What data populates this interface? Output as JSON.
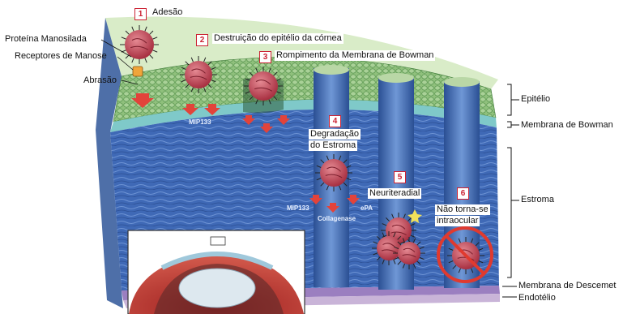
{
  "steps": [
    {
      "num": "1",
      "label": "Adesão"
    },
    {
      "num": "2",
      "label": "Destruição do epitélio da córnea"
    },
    {
      "num": "3",
      "label": "Rompimento da Membrana de Bowman"
    },
    {
      "num": "4",
      "label_line1": "Degradação",
      "label_line2": "do Estroma"
    },
    {
      "num": "5",
      "label": "Neuriteradial"
    },
    {
      "num": "6",
      "label_line1": "Não torna-se",
      "label_line2": "intraocular"
    }
  ],
  "left_labels": {
    "protein": "Proteína Manosilada",
    "receptors": "Receptores de Manose",
    "abrasion": "Abrasão"
  },
  "enzymes": {
    "mip_a": "MIP133",
    "mip_b": "MIP133",
    "collagenase": "Collagenase",
    "epa": "ePA"
  },
  "layers": {
    "epithelium": "Epitélio",
    "bowman": "Membrana de Bowman",
    "stroma": "Estroma",
    "descemet": "Membrana de Descemet",
    "endothelium": "Endotélio"
  },
  "colors": {
    "epithelium": "#7fb26e",
    "bowman": "#7fc9c9",
    "stroma": "#3c67b4",
    "descemet": "#9b7fc0",
    "arrow": "#e2433a",
    "organism": "#c9505e"
  }
}
